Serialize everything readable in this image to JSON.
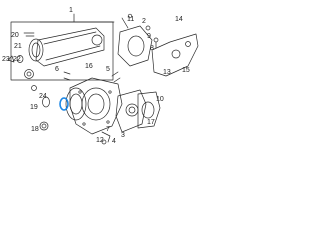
{
  "callouts": {
    "c1": "1",
    "c2": "2",
    "c3": "3",
    "c4": "4",
    "c5": "5",
    "c6": "6",
    "c7": "7",
    "c8": "8",
    "c9": "9",
    "c10": "10",
    "c11": "11",
    "c12": "12",
    "c13": "13",
    "c14": "14",
    "c15": "15",
    "c16": "16",
    "c17": "17",
    "c18": "18",
    "c19": "19",
    "c20": "20",
    "c21": "21",
    "c22": "22",
    "c23": "23",
    "c24": "24"
  },
  "colors": {
    "line": "#2a2a2a",
    "highlight": "#1e88e5"
  }
}
